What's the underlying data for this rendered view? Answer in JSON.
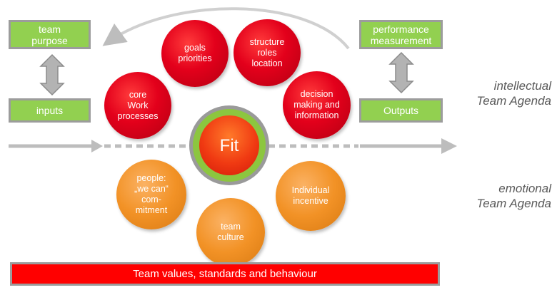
{
  "boxes": {
    "team_purpose": "team\npurpose",
    "inputs": "inputs",
    "performance_measurement": "performance\nmeasurement",
    "outputs": "Outputs"
  },
  "red_circles": {
    "core": "core\nWork\nprocesses",
    "goals": "goals\npriorities",
    "structure": "structure\nroles\nlocation",
    "decision": "decision\nmaking and\ninformation"
  },
  "center": {
    "label": "Fit"
  },
  "orange_circles": {
    "people": "people:\n„we can“\ncom-\nmitment",
    "team_culture": "team\nculture",
    "incentive": "Individual\nincentive"
  },
  "agenda": {
    "intellectual": "intellectual\nTeam Agenda",
    "emotional": "emotional\nTeam Agenda"
  },
  "banner": "Team values, standards and behaviour",
  "colors": {
    "green": "#92d050",
    "red": "#e3001b",
    "orange": "#f29226",
    "gray": "#a6a6a6",
    "banner_red": "#ff0000"
  }
}
